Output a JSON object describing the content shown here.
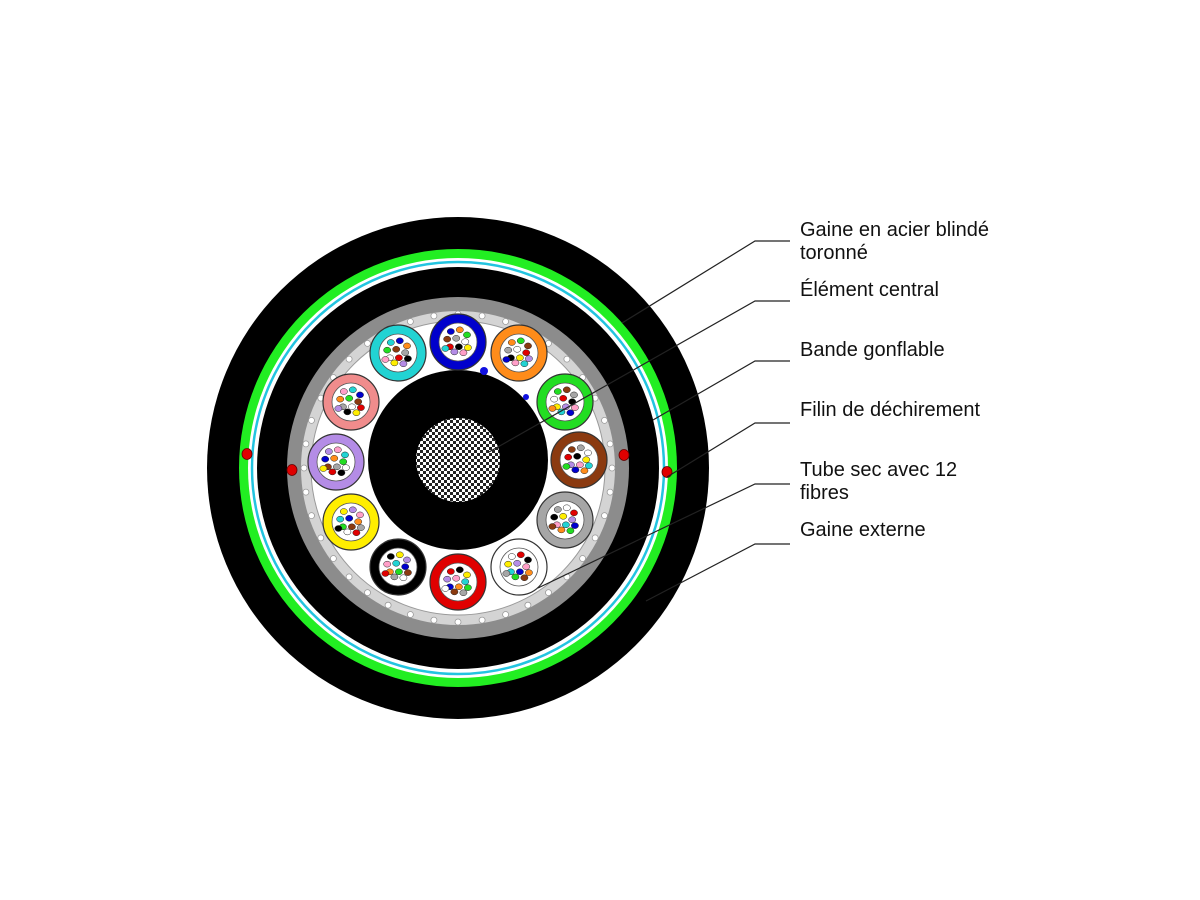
{
  "labels": [
    {
      "id": "armored-sheath",
      "lines": [
        "Gaine en acier blindé",
        "toronné"
      ]
    },
    {
      "id": "central-element",
      "lines": [
        "Élément central"
      ]
    },
    {
      "id": "swellable-tape",
      "lines": [
        "Bande gonflable"
      ]
    },
    {
      "id": "ripcord",
      "lines": [
        "Filin de déchirement"
      ]
    },
    {
      "id": "dry-tube",
      "lines": [
        "Tube sec avec 12",
        "fibres"
      ]
    },
    {
      "id": "outer-sheath",
      "lines": [
        "Gaine externe"
      ]
    }
  ],
  "tube_colors": [
    "#0000cc",
    "#ff8c1a",
    "#22dd22",
    "#8b3a10",
    "#a6a6a6",
    "#ffffff",
    "#e00000",
    "#000000",
    "#ffee00",
    "#b48ce6",
    "#f08c8c",
    "#22d3d3"
  ],
  "fiber_colors": [
    "#0000cc",
    "#ff8c1a",
    "#22dd22",
    "#8b3a10",
    "#a6a6a6",
    "#ffffff",
    "#e00000",
    "#000000",
    "#ffee00",
    "#b48ce6",
    "#ff9fc8",
    "#22d3d3"
  ],
  "colors": {
    "outer_sheath": "#000000",
    "armor_green": "#22ee22",
    "armor_cyan": "#22c4e0",
    "inner_gray": "#8c8c8c",
    "ripcord": "#e00000",
    "leader_line": "#222222"
  }
}
